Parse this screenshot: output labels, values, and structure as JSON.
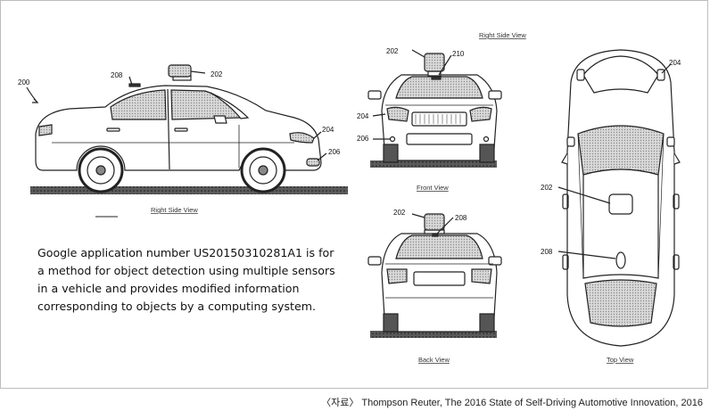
{
  "refs": {
    "r200": "200",
    "r208_side": "208",
    "r202_side": "202",
    "r204_side": "204",
    "r206_side": "206",
    "r202_front": "202",
    "r210_front": "210",
    "r204_front": "204",
    "r206_front": "206",
    "r202_back": "202",
    "r208_back": "208",
    "r204_top": "204",
    "r202_top": "202",
    "r208_top": "208"
  },
  "captions": {
    "right_side_view_small": "Right Side View",
    "right_side_view": "Right Side View",
    "front_view": "Front View",
    "back_view": "Back View",
    "top_view": "Top View"
  },
  "description": {
    "line1": "Google application number US20150310281A1 is for",
    "line2": "a method for object detection using multiple sensors",
    "line3": "in a vehicle and provides modified information",
    "line4": "corresponding to objects by a computing system."
  },
  "source": "〈자료〉 Thompson Reuter, The 2016 State of Self-Driving Automotive Innovation, 2016"
}
